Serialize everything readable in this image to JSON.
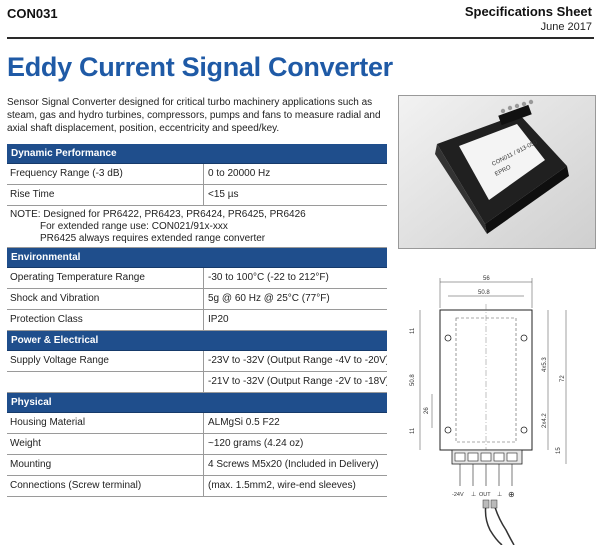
{
  "header": {
    "doc_code": "CON031",
    "sheet_title": "Specifications Sheet",
    "date": "June 2017"
  },
  "title": "Eddy Current Signal Converter",
  "intro": "Sensor Signal Converter designed for critical turbo machinery applications such as steam, gas and hydro turbines, compressors, pumps and fans to measure radial and axial shaft displacement, position, eccentricity and speed/key.",
  "sections": {
    "dynamic": {
      "title": "Dynamic Performance",
      "rows": [
        {
          "label": "Frequency Range (-3 dB)",
          "value": "0 to 20000 Hz"
        },
        {
          "label": "Rise Time",
          "value": "<15 µs"
        }
      ],
      "note": {
        "line1": "NOTE: Designed for PR6422, PR6423, PR6424, PR6425, PR6426",
        "line2": "For extended range use: CON021/91x-xxx",
        "line3": "PR6425 always requires extended range converter"
      }
    },
    "environmental": {
      "title": "Environmental",
      "rows": [
        {
          "label": "Operating Temperature Range",
          "value": "-30 to 100°C (-22 to 212°F)"
        },
        {
          "label": "Shock and Vibration",
          "value": "5g @ 60 Hz @ 25°C (77°F)"
        },
        {
          "label": "Protection Class",
          "value": "IP20"
        }
      ]
    },
    "power": {
      "title": "Power & Electrical",
      "rows": [
        {
          "label": "Supply Voltage Range",
          "value": "-23V to -32V (Output Range -4V to -20V)"
        },
        {
          "label": "",
          "value": "-21V to -32V (Output Range -2V to -18V)"
        }
      ]
    },
    "physical": {
      "title": "Physical",
      "rows": [
        {
          "label": "Housing Material",
          "value": "ALMgSi 0.5 F22"
        },
        {
          "label": "Weight",
          "value": "~120 grams (4.24 oz)"
        },
        {
          "label": "Mounting",
          "value": "4 Screws M5x20 (Included in Delivery)"
        },
        {
          "label": "Connections (Screw terminal)",
          "value": "(max. 1.5mm2, wire-end sleeves)"
        }
      ]
    }
  },
  "photo": {
    "label_line1": "CON011 / 913-050",
    "label_line2": "EPRO"
  },
  "drawing": {
    "dim_overall_width": "56",
    "dim_hole_spacing": "50.8",
    "dim_top_11": "11",
    "dim_body_height": "50.8",
    "dim_left_26": "26",
    "dim_bottom_11": "11",
    "dim_right_453": "4x5.3",
    "dim_right_72": "72",
    "dim_right_242": "2x4.2",
    "dim_base_15": "15",
    "terminals": {
      "t1": "-24V",
      "t2": "⊥",
      "t3": "OUT",
      "t4": "⊥",
      "t5": "⊕"
    }
  }
}
